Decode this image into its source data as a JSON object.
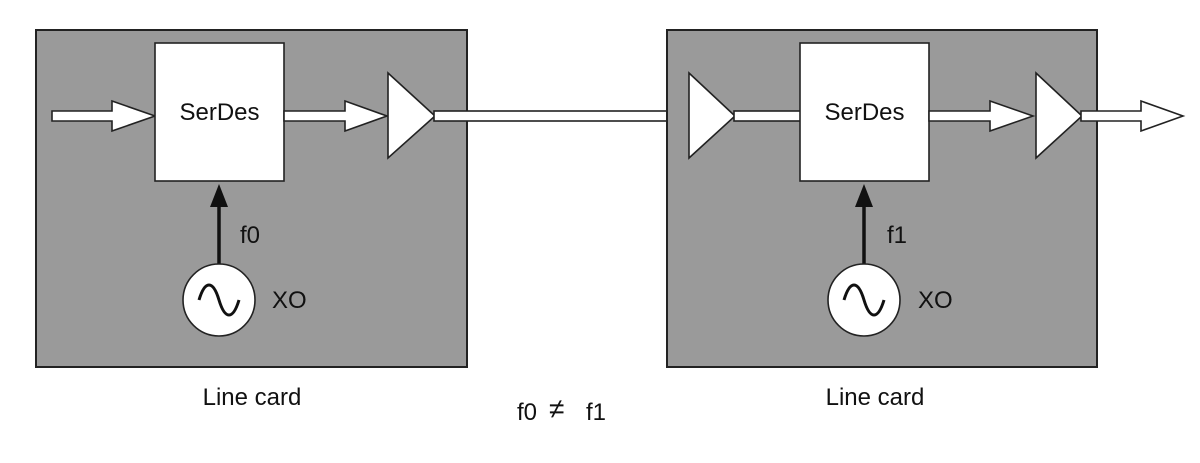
{
  "cards": [
    {
      "caption": "Line card",
      "block_label": "SerDes",
      "oscillator_label": "XO",
      "frequency_label": "f0"
    },
    {
      "caption": "Line card",
      "block_label": "SerDes",
      "oscillator_label": "XO",
      "frequency_label": "f1"
    }
  ],
  "relation": {
    "left": "f0",
    "symbol": "≠",
    "right": "f1"
  },
  "colors": {
    "card_fill": "#9a9a9a",
    "outline": "#222222",
    "block_fill": "#ffffff",
    "background": "#ffffff"
  }
}
